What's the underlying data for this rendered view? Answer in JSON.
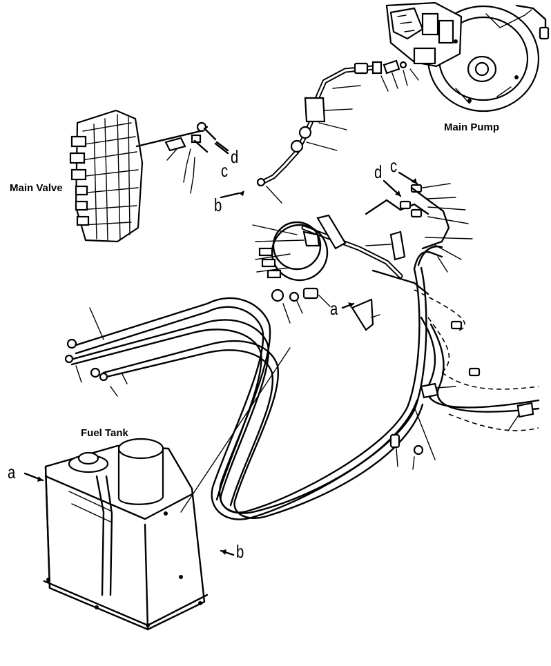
{
  "captions": {
    "main_pump": "Main Pump",
    "main_valve": "Main Valve",
    "fuel_tank": "Fuel Tank"
  },
  "letters": {
    "a_tank": "a",
    "a_clamp": "a",
    "b_pump": "b",
    "b_tank": "b",
    "c_valve": "c",
    "d_valve": "d",
    "c_right": "c",
    "d_right": "d"
  },
  "colors": {
    "ink": "#000000",
    "paper": "#ffffff"
  }
}
